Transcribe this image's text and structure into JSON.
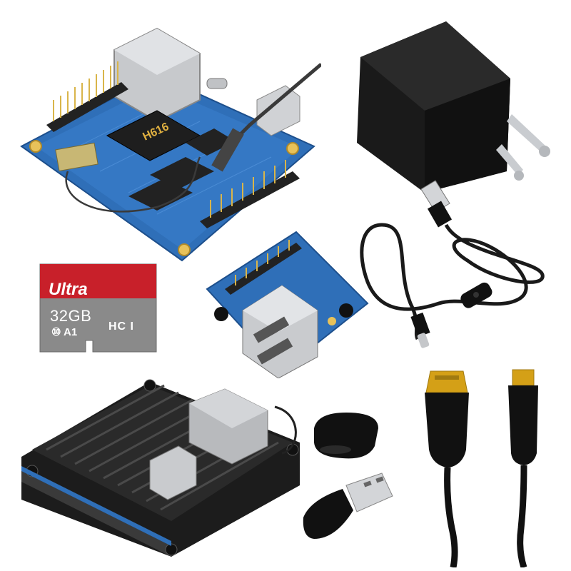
{
  "board": {
    "soc_label": "H616"
  },
  "sd_card": {
    "brand": "Ultra",
    "capacity": "32GB",
    "class": "⑩ A1",
    "hc_mark": "HC I"
  },
  "colors": {
    "pcb_blue": "#2f6fb8",
    "sd_red": "#c8202a",
    "sd_gray": "#8a8a8a",
    "case_black": "#1c1c1c"
  }
}
